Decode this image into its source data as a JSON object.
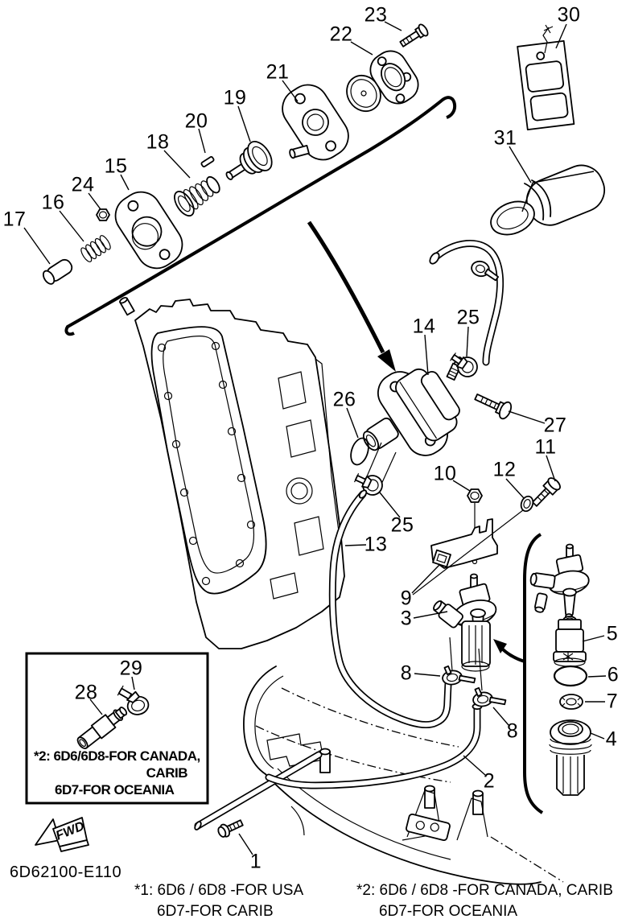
{
  "colors": {
    "ink": "#000000",
    "background": "#ffffff"
  },
  "diagram": {
    "code": "6D62100-E110",
    "fwd_label": "FWD",
    "inset_note": {
      "line1": "*2: 6D6/6D8-FOR CANADA,",
      "line2": "CARIB",
      "line3": "6D7-FOR OCEANIA"
    },
    "footnotes": {
      "f1_line1": "*1: 6D6 / 6D8 -FOR USA",
      "f1_line2": "6D7-FOR CARIB",
      "f2_line1": "*2: 6D6 / 6D8 -FOR CANADA, CARIB",
      "f2_line2": "6D7-FOR OCEANIA"
    }
  },
  "callouts": [
    {
      "label": "17"
    },
    {
      "label": "16"
    },
    {
      "label": "24"
    },
    {
      "label": "15"
    },
    {
      "label": "18"
    },
    {
      "label": "20"
    },
    {
      "label": "19"
    },
    {
      "label": "21"
    },
    {
      "label": "22"
    },
    {
      "label": "23"
    },
    {
      "label": "30"
    },
    {
      "label": "31"
    },
    {
      "label": "14"
    },
    {
      "label": "25"
    },
    {
      "label": "26"
    },
    {
      "label": "27"
    },
    {
      "label": "11"
    },
    {
      "label": "12"
    },
    {
      "label": "10"
    },
    {
      "label": "25"
    },
    {
      "label": "13"
    },
    {
      "label": "9"
    },
    {
      "label": "3"
    },
    {
      "label": "8"
    },
    {
      "label": "8"
    },
    {
      "label": "2"
    },
    {
      "label": "1"
    },
    {
      "label": "5"
    },
    {
      "label": "6"
    },
    {
      "label": "7"
    },
    {
      "label": "4"
    },
    {
      "label": "28"
    },
    {
      "label": "29"
    }
  ]
}
